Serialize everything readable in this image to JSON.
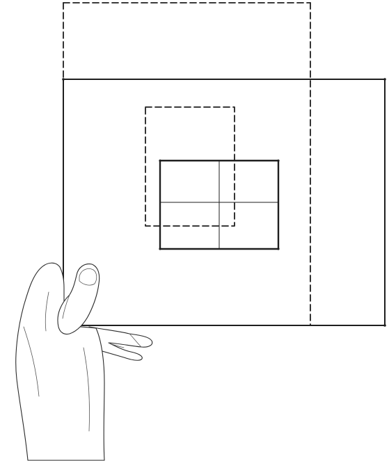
{
  "figure": {
    "kind": "line-drawing",
    "description_elements": [
      "outer-dashed-frame",
      "held-sheet",
      "sheet-right-panel-divider",
      "inner-dashed-rectangle",
      "inner-solid-rectangle",
      "inner-crosshair",
      "hand"
    ],
    "colors": {
      "ink": "#1e1e1e",
      "paper": "#ffffff"
    }
  }
}
